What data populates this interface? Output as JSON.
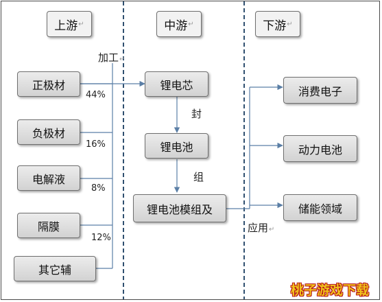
{
  "columns": {
    "upstream": "上游",
    "midstream": "中游",
    "downstream": "下游"
  },
  "upstream_items": [
    "正极材",
    "负极材",
    "电解液",
    "隔膜",
    "其它辅"
  ],
  "percentages": [
    "44%",
    "16%",
    "8%",
    "12%"
  ],
  "process_label": "加工",
  "midstream_items": [
    "锂电芯",
    "锂电池",
    "锂电池模组及"
  ],
  "step_labels": [
    "封",
    "组"
  ],
  "application_label": "应用",
  "downstream_items": [
    "消费电子",
    "动力电池",
    "储能领域"
  ],
  "watermark": "桃子游戏下载",
  "colors": {
    "arrow": "#5b7fa6",
    "divider": "#2f4f6f"
  }
}
